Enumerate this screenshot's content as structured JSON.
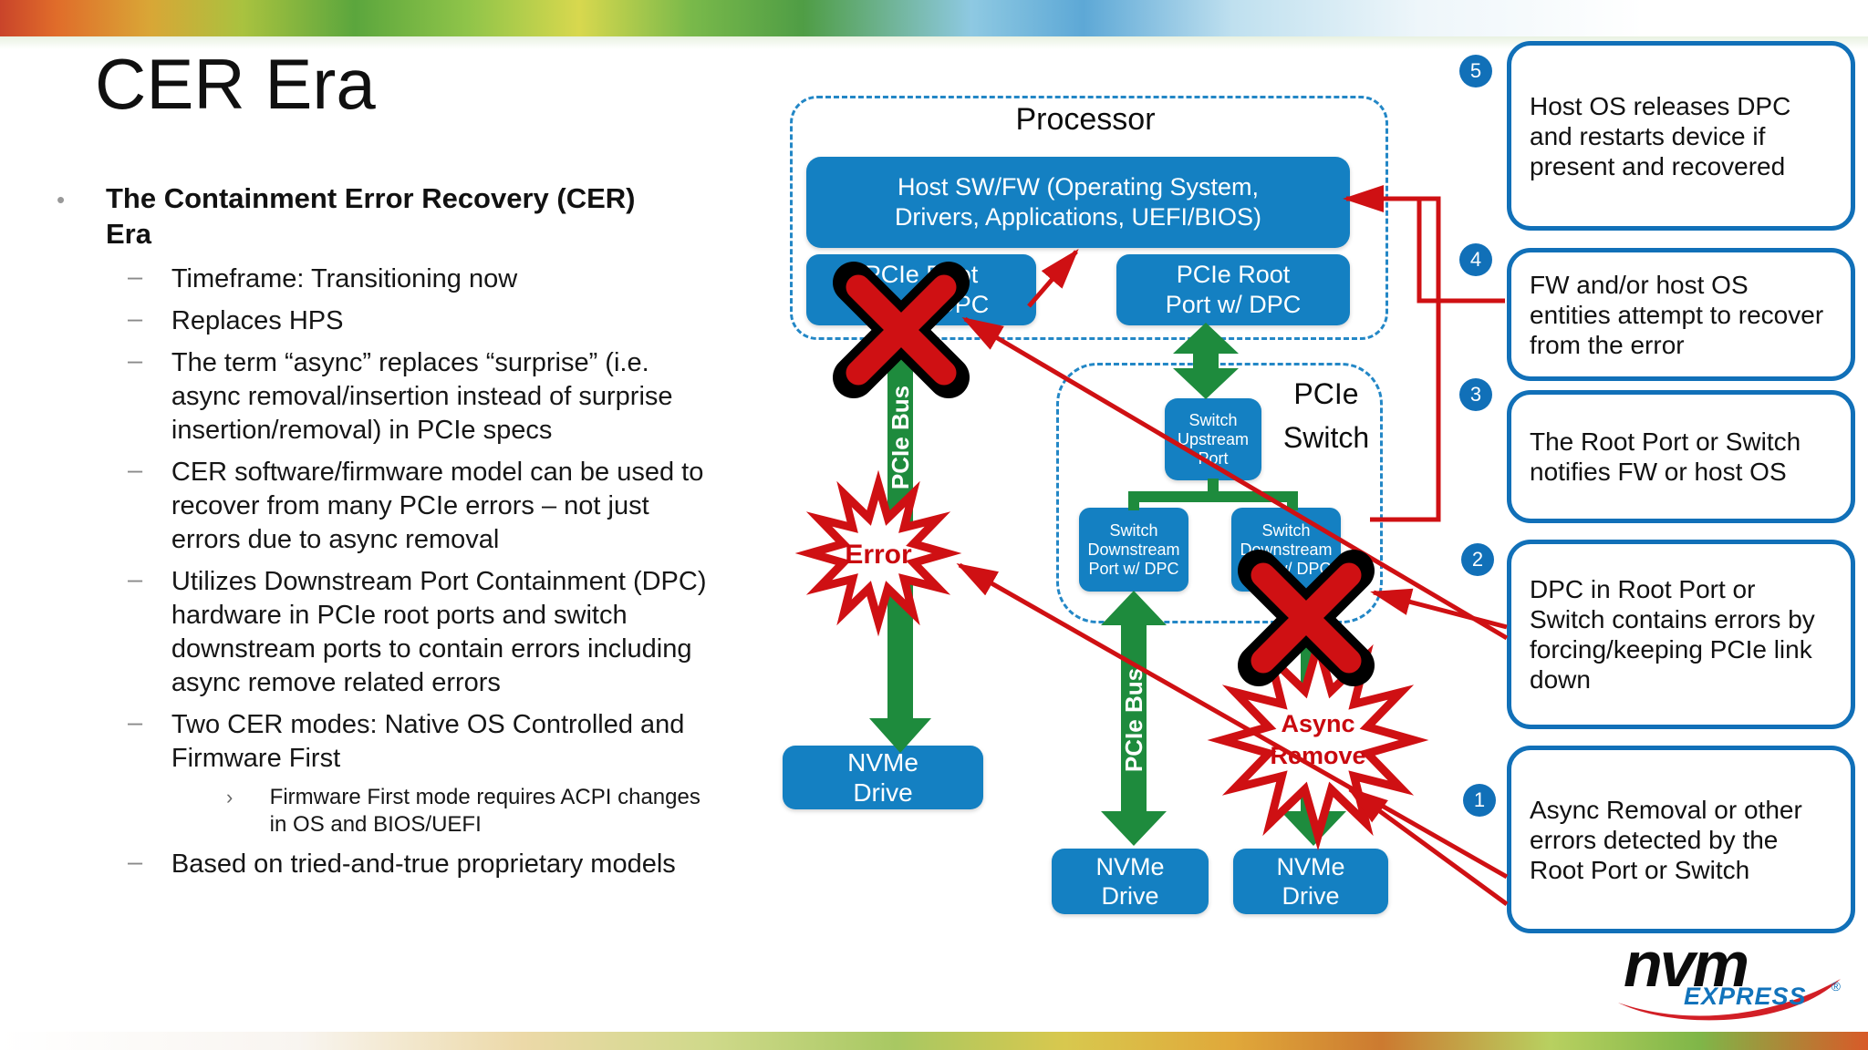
{
  "slide": {
    "title": "CER Era"
  },
  "bullets": {
    "marker_dot": "•",
    "marker_dash": "–",
    "marker_sub": "›",
    "heading": "The Containment Error Recovery (CER) Era",
    "items": [
      "Timeframe: Transitioning now",
      "Replaces HPS",
      "The term “async” replaces “surprise” (i.e. async removal/insertion instead of surprise insertion/removal) in PCIe specs",
      "CER software/firmware model can be used to recover from many PCIe errors – not just errors due to async removal",
      "Utilizes Downstream Port Containment (DPC) hardware in PCIe root ports and switch downstream ports to contain errors including async remove related errors",
      "Two CER modes:  Native OS Controlled and Firmware First",
      "Based on tried-and-true proprietary models"
    ],
    "subitem": "Firmware First mode requires ACPI changes in OS and BIOS/UEFI"
  },
  "diagram": {
    "processor": "Processor",
    "host_line1": "Host SW/FW (Operating System,",
    "host_line2": "Drivers, Applications, UEFI/BIOS)",
    "rootport_line1": "PCIe Root",
    "rootport_line2": "Port w/ DPC",
    "switch_line1": "PCIe",
    "switch_line2": "Switch",
    "upstream_line1": "Switch",
    "upstream_line2": "Upstream",
    "upstream_line3": "Port",
    "downstream_line1": "Switch",
    "downstream_line2": "Downstream",
    "downstream_line3": "Port w/ DPC",
    "nvme_line1": "NVMe",
    "nvme_line2": "Drive",
    "bus_label": "PCIe Bus",
    "error_label": "Error",
    "async_line1": "Async",
    "async_line2": "Remove"
  },
  "callouts": [
    {
      "num": "1",
      "text": "Async Removal or other errors detected by the Root Port or Switch"
    },
    {
      "num": "2",
      "text": "DPC in Root Port or Switch contains errors by forcing/keeping PCIe link down"
    },
    {
      "num": "3",
      "text": "The Root Port or Switch notifies FW or host OS"
    },
    {
      "num": "4",
      "text": "FW and/or host OS entities attempt to recover from the error"
    },
    {
      "num": "5",
      "text": "Host OS releases DPC and restarts device if present and recovered"
    }
  ],
  "logo": {
    "name": "nvm",
    "sub": "EXPRESS",
    "reg": "®"
  },
  "colors": {
    "box_blue": "#1480c2",
    "callout_border": "#1170b8",
    "dashed_border": "#2387c6",
    "green": "#1e8b3d",
    "red": "#cf1013"
  }
}
